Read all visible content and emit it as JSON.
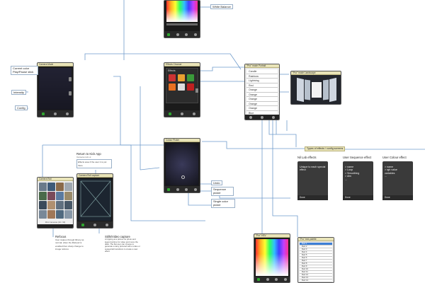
{
  "labels": {
    "white_balance": "White Balance",
    "current_color": "Current color\nPlay/Pause stick",
    "intensity": "Intensity",
    "config": "Config",
    "return_to_kick": "Return to Kick App",
    "return_sub": "Camera rock ui",
    "return_note": "Effects area if the user it is put there",
    "undo": "Undo",
    "sequence_picker": "Sequence picker",
    "single_color_picker": "Single color picker",
    "refocus": "Refocus",
    "refocus_note": "User swipes through library as normal; when the lifebood is enabled then sharp change to image refocus",
    "stills_video": "Stills/Video capture",
    "stills_note": "A tripping at a picture for photo and legend picture for video and move the dials. The flat user can choose to generate a rainy pictured with a video or sequential transitions to create a new effect",
    "types_of_effects": "Types of effects / config screens"
  },
  "phones": {
    "camera_mode": "Camera Mode",
    "effects_picker": "Effects Chooser",
    "color_picker": "Colour Picker",
    "camera_roll": "Camera Roll",
    "camera_roll_capture": "Camera Roll capture",
    "pro_mode_portrait": "\"Pro\" mode Portrait",
    "pro_mode_landscape": "\"Pro\" mode Landscape",
    "pro_hsv": "\"Pro\" HSV",
    "pro_test_palette": "\"Pro\" test palette",
    "effects_tab": "Effects",
    "camera_roll_caption": "Mini Cameras (10 / 40)"
  },
  "pro_list": [
    "Candle",
    "Rainbow",
    "Lightning",
    "Red",
    "Orange",
    "Orange",
    "Orange",
    "Orange",
    "Orange",
    "Blue"
  ],
  "palette_list": [
    "Red 1",
    "Red 2",
    "Red 3",
    "Red 4",
    "Red 5",
    "Red 6",
    "Red 7",
    "Red 8",
    "Red 9",
    "Red 10",
    "Red 11",
    "Red 12",
    "Red 13",
    "Red 14"
  ],
  "effect_cards": [
    {
      "title": "Nil Lab effects",
      "body": "Unique to each special effect",
      "footer": "Done"
    },
    {
      "title": "User Sequence effect",
      "body": "> name\n> Loop\n> Smoothing\n> dim\n...",
      "footer": "Done"
    },
    {
      "title": "User Colour effect",
      "body": "> name\n> rgb value\n  variables\n...",
      "footer": "Done"
    }
  ],
  "colors": {
    "wire": "#6f9bcb",
    "phone_body": "#1b1b1b",
    "titlebar": "#e9e4b8",
    "label_border": "#9ab0c8",
    "card_bg": "#3a3a3a"
  }
}
